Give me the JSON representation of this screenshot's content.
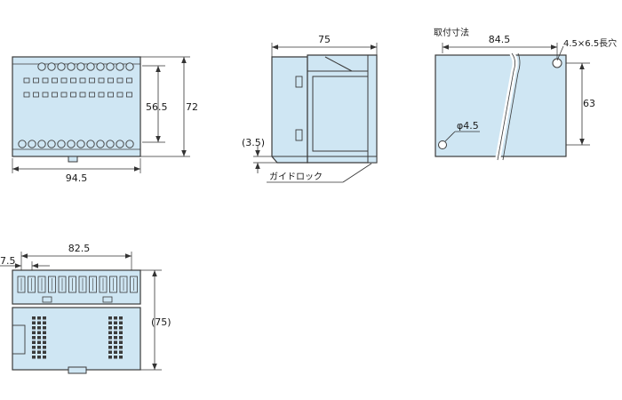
{
  "colors": {
    "body_fill": "#cfe6f3",
    "stroke": "#3b3b3b",
    "dim_line": "#333333",
    "background": "#ffffff"
  },
  "front_view": {
    "width": "94.5",
    "height": "72",
    "terminal_pitch_span": "56.5"
  },
  "side_view": {
    "depth": "75",
    "rail_offset": "(3.5)",
    "guide_lock_label": "ガイドロック"
  },
  "mounting_view": {
    "title": "取付寸法",
    "hole_pitch_x": "84.5",
    "hole_pitch_y": "63",
    "slot_hole": "4.5×6.5長穴",
    "round_hole": "φ4.5"
  },
  "top_view": {
    "terminal_span": "82.5",
    "first_offset": "7.5",
    "depth": "(75)"
  }
}
